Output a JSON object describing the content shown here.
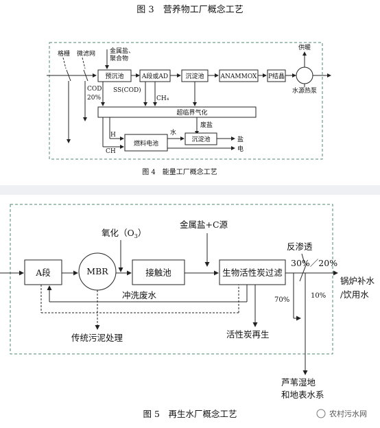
{
  "fig3": {
    "title": "图 3　营养物工厂概念工艺"
  },
  "fig4": {
    "caption": "图 4　能量工厂概念工艺",
    "grid_label": "格栅",
    "micro_screen_label": "微滤网",
    "metal_salt_label": "金属盐、",
    "polymer_label": "聚合物",
    "preset_box": "预沉池",
    "a_stage_box": "A段或AD",
    "sed_box": "沉淀池",
    "anammox_box": "ANAMMOX",
    "p_crystal_box": "P结晶",
    "heating_label": "供暖",
    "heat_pump_label": "水源热泵",
    "cod_label": "COD",
    "pct20_label": "20%",
    "ss_label": "SS(COD)",
    "ch4_label": "CH₄",
    "scw_box": "超临界气化",
    "waste_salt_label": "废盐",
    "h_label": "H",
    "ch_label": "CH",
    "fuel_cell_box": "燃料电池",
    "water_label": "水",
    "sed2_box": "沉淀池",
    "salt_label": "盐",
    "elec_label": "电"
  },
  "fig5": {
    "caption": "图 5　再生水厂概念工艺",
    "a_box": "A段",
    "mbr_label": "MBR",
    "ozone_label": "氧化（O",
    "ozone_sub": "3",
    "ozone_close": "）",
    "metal_c_label": "金属盐+C源",
    "contact_box": "接触池",
    "bac_box": "生物活性炭过滤",
    "ro_label": "反渗透",
    "pct30_20": "30%／20%",
    "boiler_label": "锅炉补水",
    "drink_label": "/饮用水",
    "backwash_label": "冲洗废水",
    "pct70": "70%",
    "pct10": "10%",
    "sludge_label": "传统污泥处理",
    "carbon_regen_label": "活性炭再生",
    "wetland_label": "芦苇湿地",
    "surface_label": "和地表水系",
    "watermark": "农村污水网"
  }
}
